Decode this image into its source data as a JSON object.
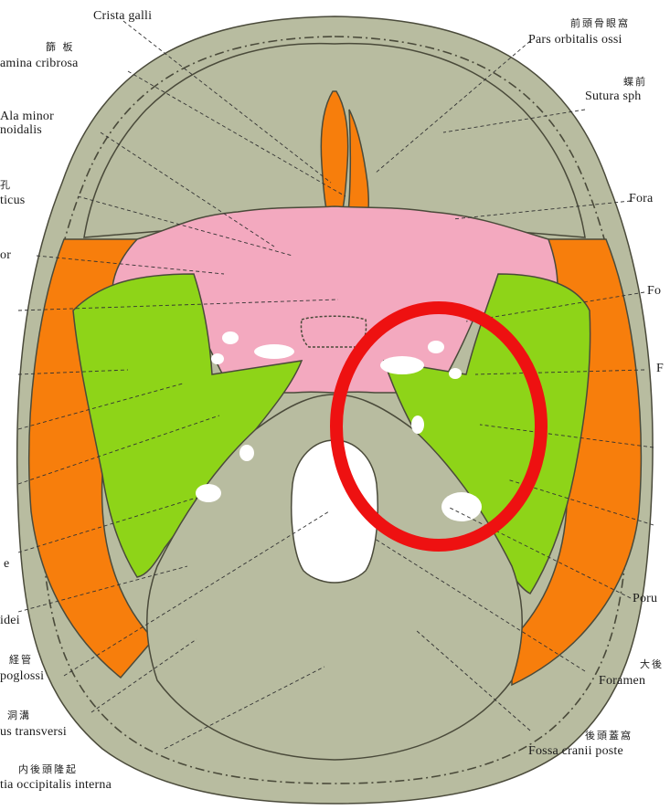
{
  "colors": {
    "bone": "#b8bca0",
    "bone_dark": "#8f9478",
    "frontal_rim": "#c9ccb4",
    "orange": "#f77e0c",
    "pink": "#f3a9bf",
    "green": "#8ed418",
    "foramen": "#ffffff",
    "outline": "#4a4a3a",
    "highlight_circle": "#ee1111"
  },
  "labels": {
    "crista_galli": "Crista galli",
    "lamina_jp": "篩 板",
    "lamina": "amina cribrosa",
    "ala_minor_1": "Ala minor",
    "ala_minor_2": "noidalis",
    "opticus_jp": "孔",
    "opticus": "ticus",
    "or_label": "or",
    "pars_orbitalis_jp": "前頭骨眼窩",
    "pars_orbitalis": "Pars orbitalis ossi",
    "sutura_jp": "蝶前",
    "sutura": "Sutura sph",
    "fora_1": "Fora",
    "fo_2": "Fo",
    "f_3": "F",
    "poru": "Poru",
    "idei": "idei",
    "hypoglossi_jp": "経管",
    "hypoglossi": "poglossi",
    "transversi_jp": "洞溝",
    "transversi": "us transversi",
    "occipitalis_jp": "内後頭隆起",
    "occipitalis": "tia occipitalis interna",
    "foramen_jp": "大後",
    "foramen": "Foramen",
    "fossa_jp": "後頭蓋窩",
    "fossa": "Fossa cranii poste",
    "e_label": "e"
  }
}
